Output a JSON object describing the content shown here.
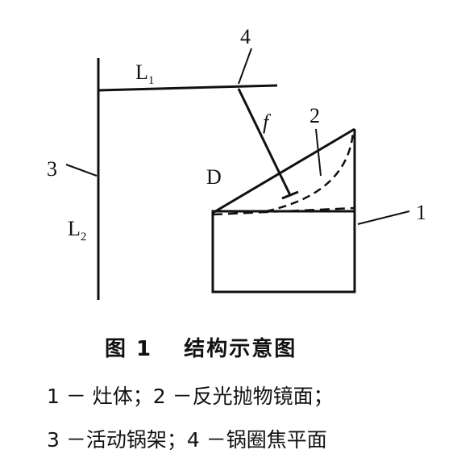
{
  "labels": {
    "l1_main": "L",
    "l1_sub": "1",
    "l2_main": "L",
    "l2_sub": "2",
    "n4": "4",
    "n3": "3",
    "n2": "2",
    "n1": "1",
    "f": "f",
    "d": "D"
  },
  "caption": {
    "title": "图 1　 结构示意图",
    "legend_line1": "1 － 灶体；2 －反光抛物镜面；",
    "legend_line2": "3 －活动锅架；4 －锅圈焦平面"
  },
  "colors": {
    "ink": "#111111",
    "background": "#ffffff"
  }
}
